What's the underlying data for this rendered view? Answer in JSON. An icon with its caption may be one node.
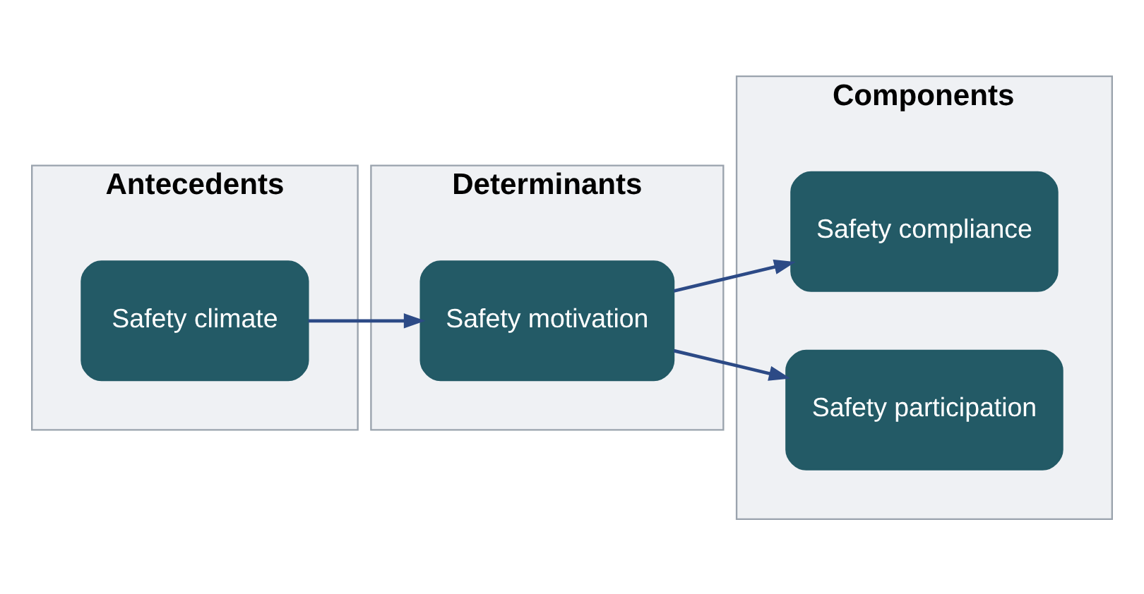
{
  "diagram": {
    "nodes": [
      {
        "text": [
          "Antecedents"
        ]
      },
      {
        "text": [
          "Safety climate"
        ],
        "in": 0
      },
      {
        "text": [
          "Determinants"
        ]
      },
      {
        "text": [
          "Safety motivation"
        ],
        "in": 2
      },
      {
        "text": [
          "Components"
        ]
      },
      {
        "text": [
          "Safety compliance"
        ],
        "in": 4
      },
      {
        "text": [
          "Safety participation"
        ],
        "in": 4
      }
    ],
    "edges": [
      {
        "from": 1,
        "to": 3,
        "arrow": "to"
      },
      {
        "from": 3,
        "to": 5,
        "arrow": "to"
      },
      {
        "from": 3,
        "to": 6,
        "arrow": "to"
      }
    ]
  }
}
